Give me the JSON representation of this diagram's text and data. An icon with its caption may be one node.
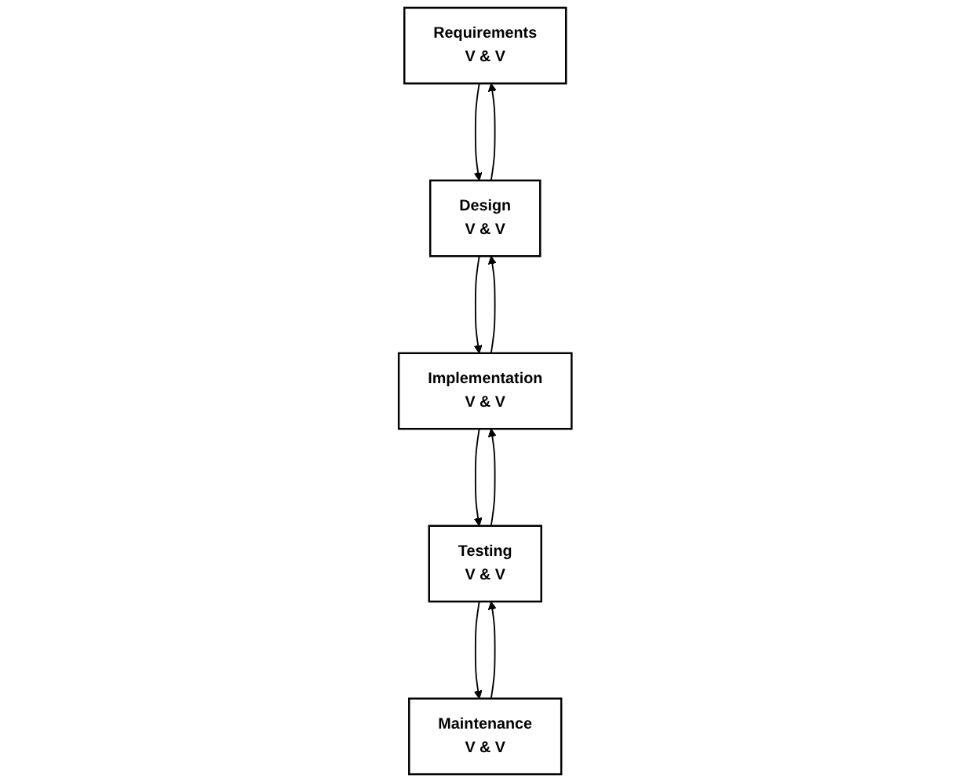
{
  "diagram": {
    "nodes": [
      {
        "text": [
          "Requirements",
          "V & V"
        ]
      },
      {
        "text": [
          "Design",
          "V & V"
        ]
      },
      {
        "text": [
          "Implementation",
          "V & V"
        ]
      },
      {
        "text": [
          "Testing",
          "V & V"
        ]
      },
      {
        "text": [
          "Maintenance",
          "V & V"
        ]
      }
    ],
    "edges": [
      {
        "from": 0,
        "to": 1,
        "arrow": "to"
      },
      {
        "from": 1,
        "to": 0,
        "arrow": "to"
      },
      {
        "from": 1,
        "to": 2,
        "arrow": "to"
      },
      {
        "from": 2,
        "to": 1,
        "arrow": "to"
      },
      {
        "from": 2,
        "to": 3,
        "arrow": "to"
      },
      {
        "from": 3,
        "to": 2,
        "arrow": "to"
      },
      {
        "from": 3,
        "to": 4,
        "arrow": "to"
      },
      {
        "from": 4,
        "to": 3,
        "arrow": "to"
      }
    ]
  }
}
